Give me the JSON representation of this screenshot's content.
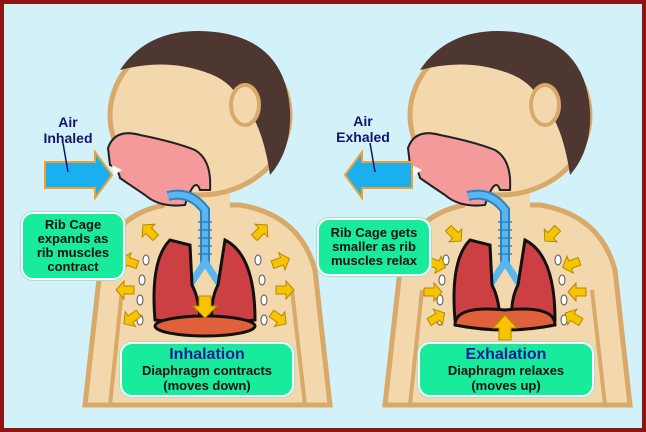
{
  "inhalation": {
    "air_label_line1": "Air",
    "air_label_line2": "Inhaled",
    "rib_note": [
      "Rib Cage",
      "expands as",
      "rib muscles",
      "contract"
    ],
    "title": "Inhalation",
    "desc_line1": "Diaphragm contracts",
    "desc_line2": "(moves down)"
  },
  "exhalation": {
    "air_label_line1": "Air",
    "air_label_line2": "Exhaled",
    "rib_note": [
      "Rib Cage gets",
      "smaller as rib",
      "muscles relax"
    ],
    "title": "Exhalation",
    "desc_line1": "Diaphragm relaxes",
    "desc_line2": "(moves up)"
  },
  "colors": {
    "border": "#8e1414",
    "background": "#d3f1f8",
    "skin": "#f3d8ad",
    "hair": "#4e3631",
    "lung": "#cc3f43",
    "label_box": "#19eb9c",
    "air_arrow": "#1ab0f0",
    "rib_arrow": "#f8c400"
  }
}
